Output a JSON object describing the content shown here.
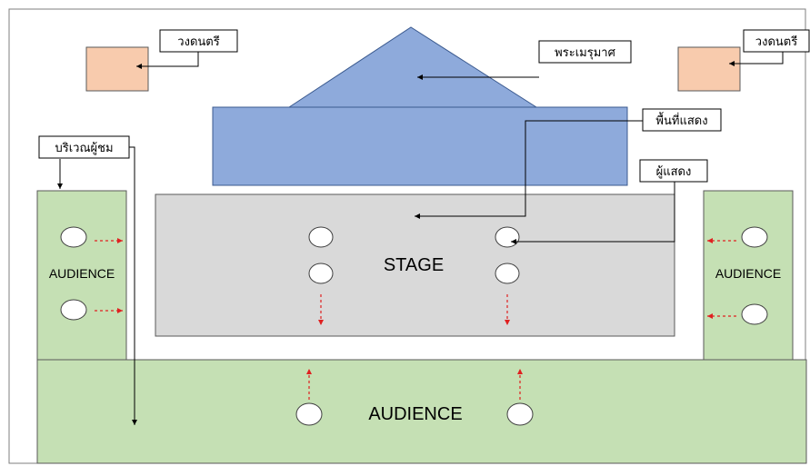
{
  "labels": {
    "band": "วงดนตรี",
    "sacred_pavilion": "พระเมรุมาศ",
    "performance_area": "พื้นที่แสดง",
    "performer": "ผู้แสดง",
    "audience_area": "บริเวณผู้ชม",
    "stage": "STAGE",
    "audience": "AUDIENCE"
  },
  "colors": {
    "band_box": "#f8cbad",
    "pavilion": "#8eaadb",
    "stage": "#d9d9d9",
    "audience": "#c5e0b4",
    "direction_arrow": "#e02020",
    "outline": "#595959"
  }
}
